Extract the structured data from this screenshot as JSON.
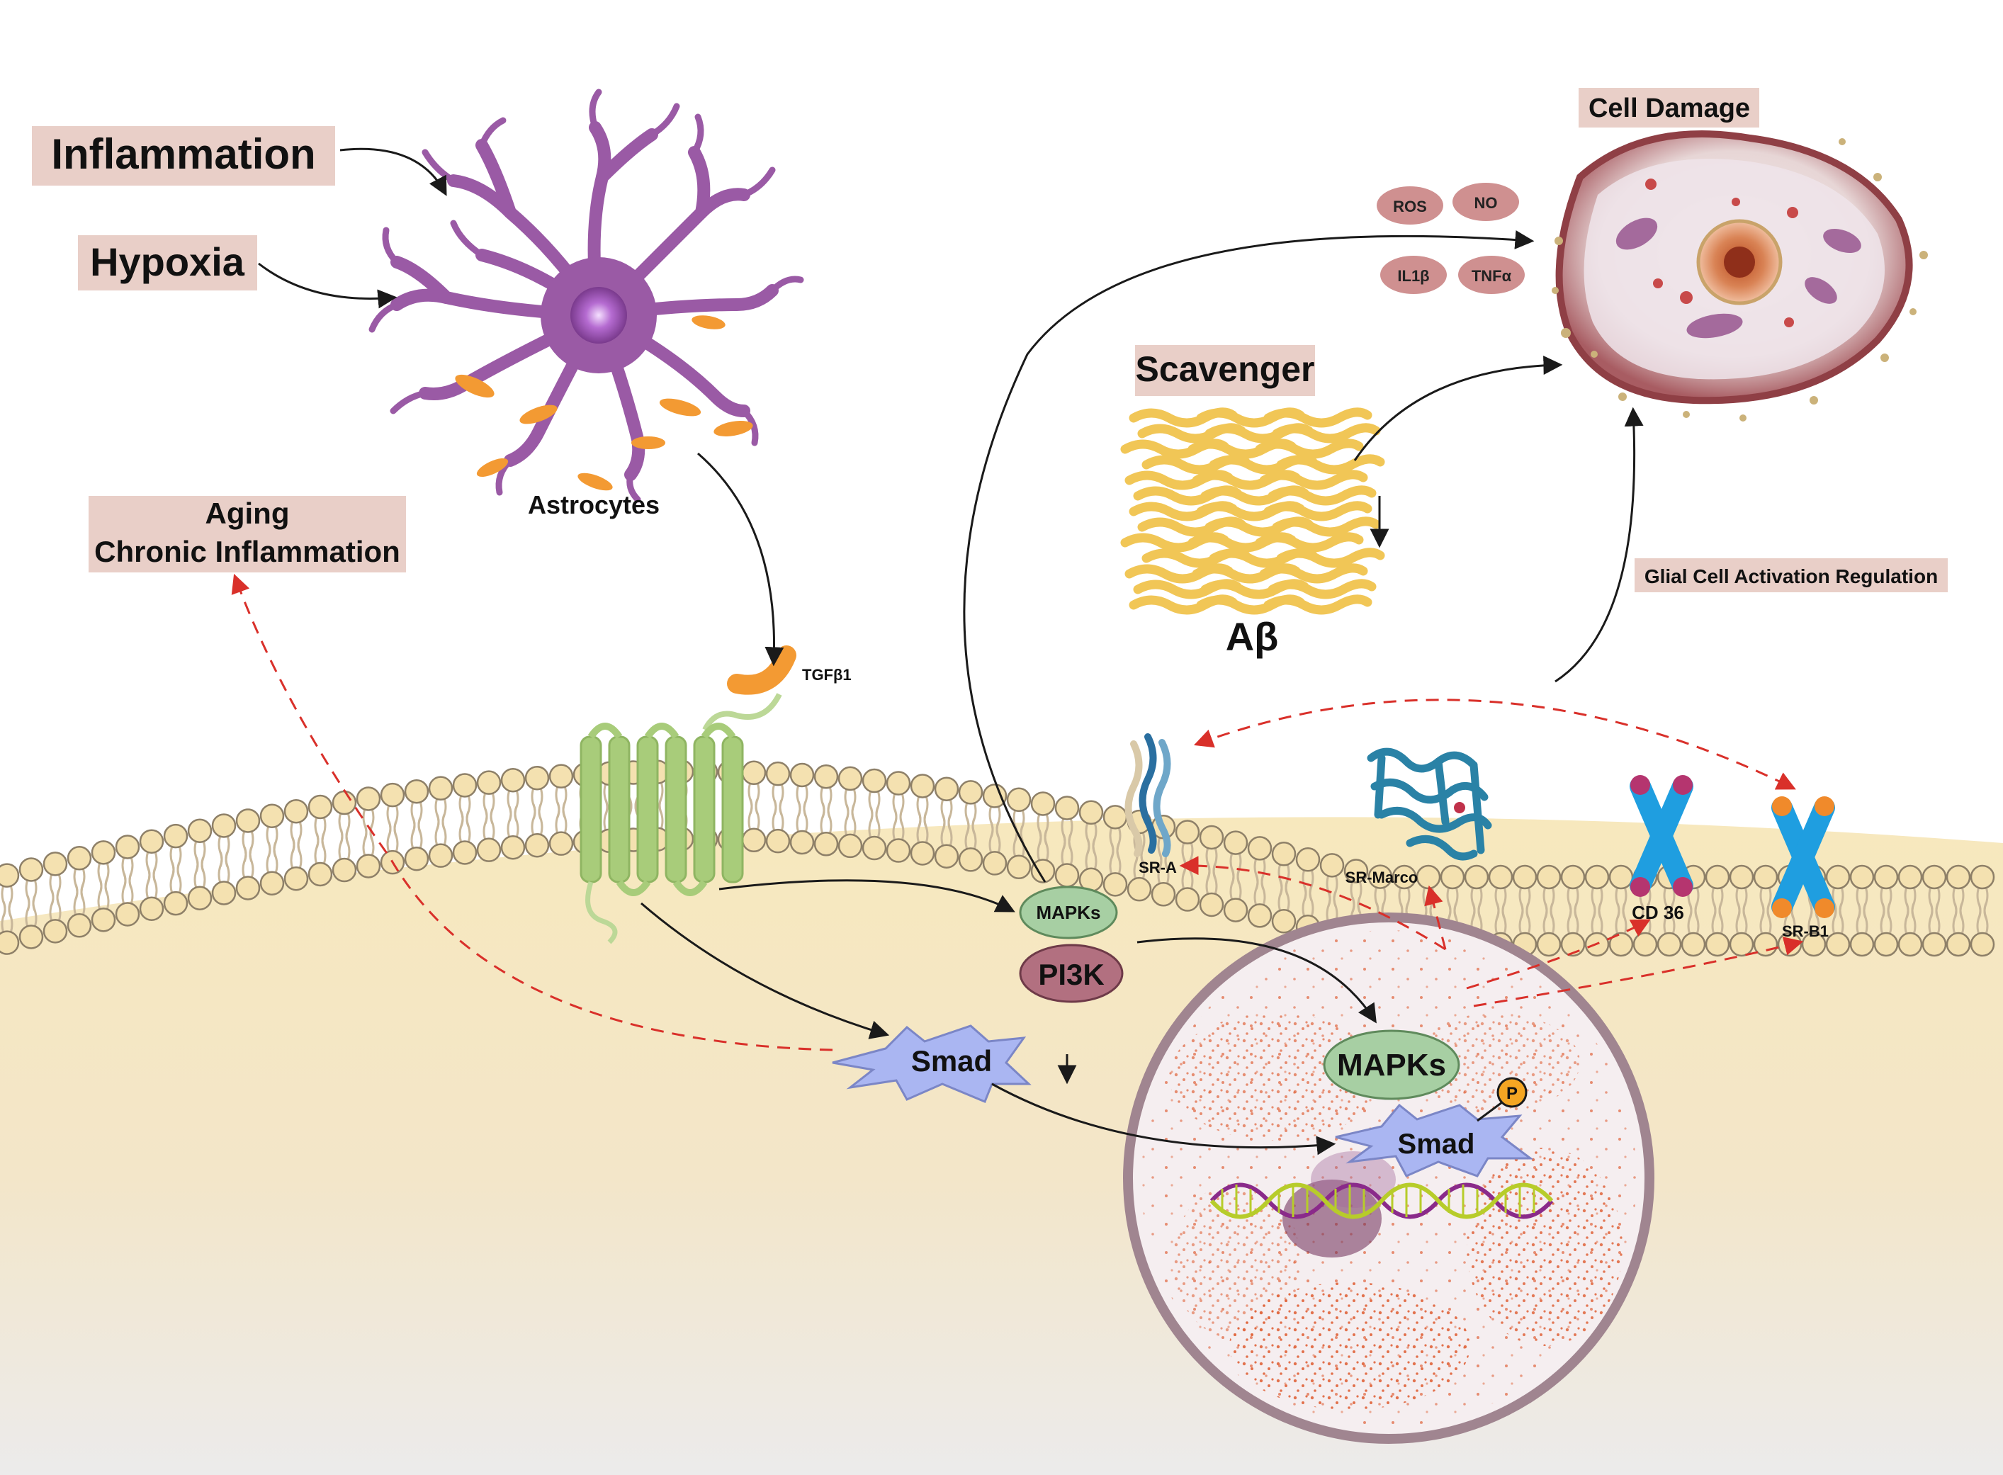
{
  "colors": {
    "label_box": "#e9cfc8",
    "cytoplasm": "#f6e6b8",
    "lipid_head": "#f4e1b0",
    "astrocyte": "#9a5aa5",
    "astrocyte_endfeet": "#f39a33",
    "receptor": "#a8cc7a",
    "nucleus_fill": "#f5eef0",
    "nucleus_rim": "#a08590",
    "dots": "#e0633a",
    "mapks_oval": "#a7cfa3",
    "pi3k_oval": "#b27080",
    "smad_star": "#aab6f2",
    "phospho": "#f5a623",
    "cytokine_oval": "#cf9090",
    "amyloid": "#f1c656",
    "chromosome": "#1f9ee0",
    "protein_structure": "#2a82a6",
    "dashed_arrow": "#d9302a",
    "solid_arrow": "#1a1a1a"
  },
  "labels": {
    "inflammation": "Inflammation",
    "hypoxia": "Hypoxia",
    "aging_line1": "Aging",
    "aging_line2": "Chronic Inflammation",
    "astrocytes": "Astrocytes",
    "tgfb1": "TGFβ1",
    "scavenger": "Scavenger",
    "abeta": "Aβ",
    "cell_damage": "Cell Damage",
    "glial_activation": "Glial Cell Activation Regulation",
    "sr_a": "SR-A",
    "sr_marco": "SR-Marco",
    "cd36": "CD 36",
    "sr_b1": "SR-B1",
    "mapks_membrane": "MAPKs",
    "pi3k": "PI3K",
    "smad_cytoplasm": "Smad",
    "mapks_nucleus": "MAPKs",
    "smad_nucleus": "Smad",
    "phospho": "P"
  },
  "cytokines": [
    "ROS",
    "NO",
    "IL1β",
    "TNFα"
  ],
  "icons": [
    "astrocyte-icon",
    "damaged-cell-icon",
    "amyloid-fibrils-icon",
    "tgfb-receptor-icon",
    "dna-helix-icon",
    "chromosome-icon",
    "protein-structure-icon"
  ]
}
